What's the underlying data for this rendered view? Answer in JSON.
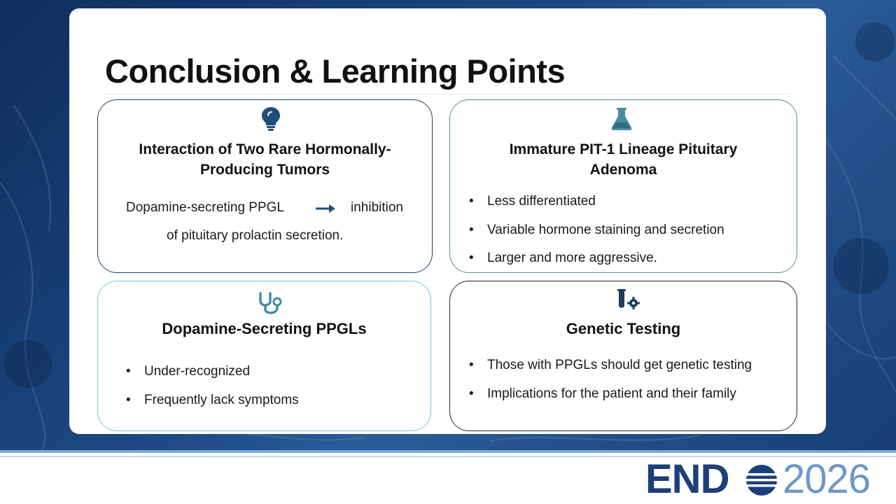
{
  "slide": {
    "title": "Conclusion & Learning Points"
  },
  "boxes": [
    {
      "icon": "lightbulb-icon",
      "title_line1": "Interaction of Two Rare Hormonally-",
      "title_line2": "Producing Tumors",
      "text_part1": "Dopamine-secreting PPGL",
      "arrow": "arrow-right-icon",
      "text_part2": "inhibition",
      "text_line2": "of pituitary prolactin secretion."
    },
    {
      "icon": "flask-icon",
      "title_line1": "Immature PIT-1 Lineage Pituitary",
      "title_line2": "Adenoma",
      "bullets": [
        "Less differentiated",
        "Variable hormone staining and secretion",
        "Larger and more aggressive."
      ]
    },
    {
      "icon": "stethoscope-icon",
      "title": "Dopamine-Secreting PPGLs",
      "bullets": [
        "Under-recognized",
        "Frequently lack symptoms"
      ]
    },
    {
      "icon": "test-tube-gear-icon",
      "title": "Genetic Testing",
      "bullets": [
        "Those with PPGLs should get genetic testing",
        "Implications for the patient and their family"
      ]
    }
  ],
  "bullet_char": "•",
  "logo": {
    "brand": "END",
    "year": "2026"
  },
  "colors": {
    "background_blue": "#1c4a85",
    "icon_blue": "#1f4e79",
    "icon_teal": "#4a8ca0",
    "logo_navy": "#1c3f77",
    "logo_light": "#6f98c7"
  }
}
